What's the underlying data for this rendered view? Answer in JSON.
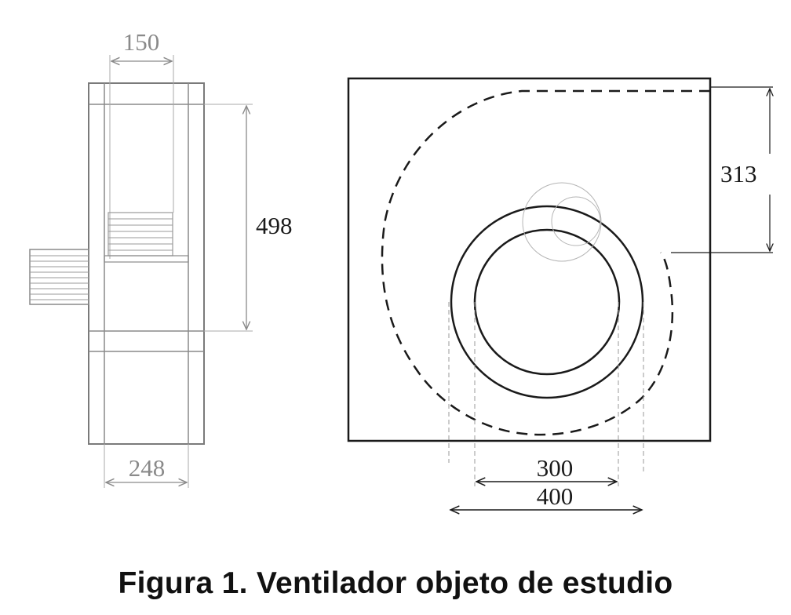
{
  "side_view": {
    "dim_top": "150",
    "dim_height": "498",
    "dim_bottom": "248"
  },
  "front_view": {
    "dim_right": "313",
    "dim_inner": "300",
    "dim_outer": "400"
  },
  "caption": "Figura 1. Ventilador objeto de estudio",
  "colors": {
    "line_dark": "#1a1a1a",
    "line_gray": "#8a8a8a",
    "background": "#ffffff"
  }
}
